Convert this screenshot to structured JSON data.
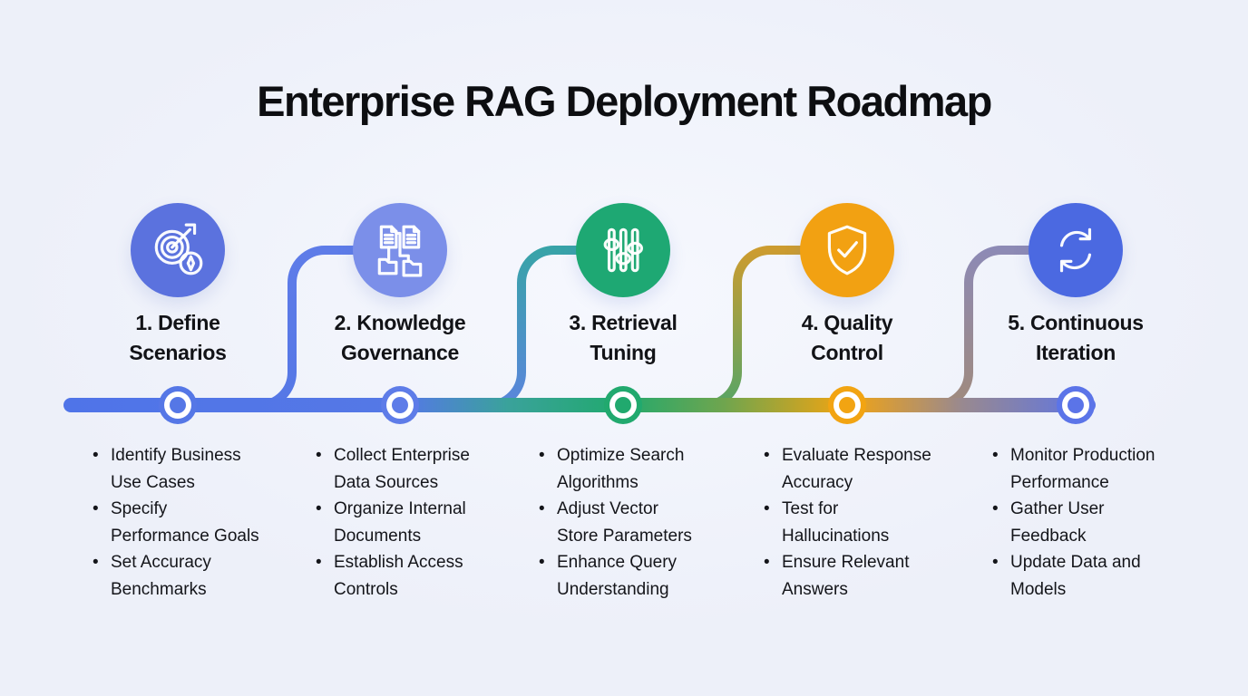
{
  "title": "Enterprise RAG Deployment Roadmap",
  "timeline": {
    "gradient": [
      {
        "color": "#4f74e8"
      },
      {
        "color": "#5578e6"
      },
      {
        "color": "#3aa29b"
      },
      {
        "color": "#21a96e"
      },
      {
        "color": "#6fa54e"
      },
      {
        "color": "#f2a412"
      },
      {
        "color": "#99898f"
      },
      {
        "color": "#5b74e8"
      }
    ]
  },
  "stages": [
    {
      "label": "1. Define\nScenarios",
      "icon": "target-compass-icon",
      "color": "#5b72de",
      "node_color": "#5577e6",
      "bullets": [
        "Identify Business\nUse Cases",
        "Specify\nPerformance Goals",
        "Set Accuracy\nBenchmarks"
      ]
    },
    {
      "label": "2. Knowledge\nGovernance",
      "icon": "documents-folders-icon",
      "color": "#7b8fe9",
      "node_color": "#5e7ce8",
      "connector": {
        "from": "#5577e6",
        "to": "#5e7ce8"
      },
      "bullets": [
        "Collect Enterprise\nData Sources",
        "Organize Internal\nDocuments",
        "Establish Access\nControls"
      ]
    },
    {
      "label": "3. Retrieval\nTuning",
      "icon": "sliders-icon",
      "color": "#1ea873",
      "node_color": "#21a96e",
      "connector": {
        "from": "#5b85dd",
        "to": "#38a3a8"
      },
      "bullets": [
        "Optimize Search\nAlgorithms",
        "Adjust Vector\nStore Parameters",
        "Enhance Query\nUnderstanding"
      ]
    },
    {
      "label": "4. Quality\nControl",
      "icon": "shield-check-icon",
      "color": "#f2a112",
      "node_color": "#f2a412",
      "connector": {
        "from": "#55a566",
        "to": "#cc9c30"
      },
      "bullets": [
        "Evaluate Response\nAccuracy",
        "Test for\nHallucinations",
        "Ensure Relevant\nAnswers"
      ]
    },
    {
      "label": "5. Continuous\nIteration",
      "icon": "refresh-icon",
      "color": "#4b69e1",
      "node_color": "#5b74e8",
      "connector": {
        "from": "#a08a7c",
        "to": "#8d8ab5"
      },
      "bullets": [
        "Monitor Production\nPerformance",
        "Gather User\nFeedback",
        "Update Data and\nModels"
      ]
    }
  ]
}
